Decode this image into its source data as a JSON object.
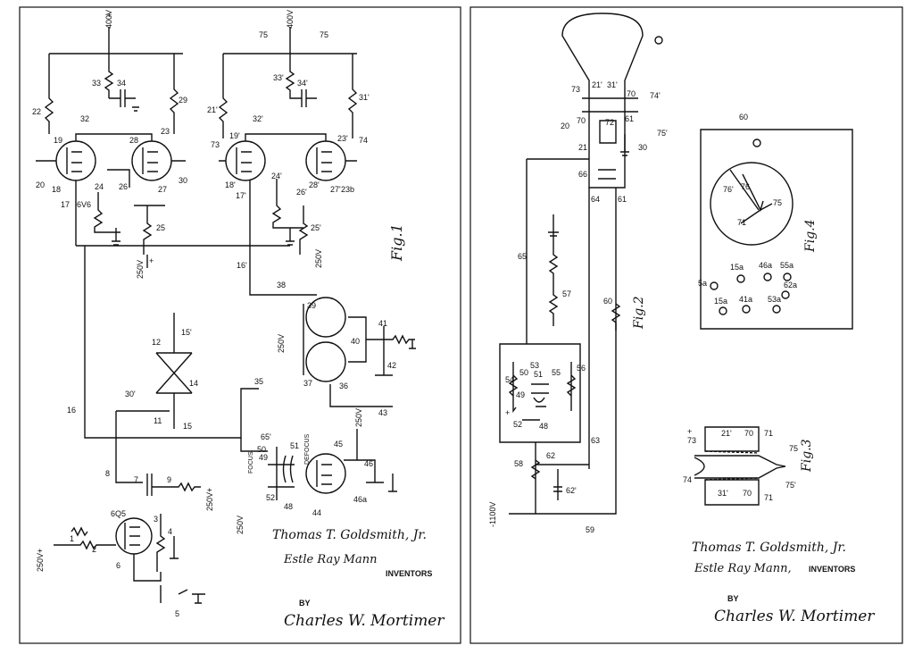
{
  "sheet_left": {
    "fig_label": "Fig.1",
    "components": {
      "v400": "400V",
      "plus": "+",
      "c33": "33",
      "c34": "34",
      "c22": "22",
      "c29": "29",
      "c32": "32",
      "c19": "19",
      "c28": "28",
      "c23": "23",
      "c20": "20",
      "c18": "18",
      "c17": "17",
      "c6v6": "6V6",
      "c24": "24",
      "c26": "26",
      "c27": "27",
      "c30": "30",
      "c25": "25",
      "v250a": "250V",
      "plus2": "+",
      "r75a": "75",
      "r75b": "75",
      "v400b": "400V",
      "c33p": "33'",
      "c34p": "34'",
      "c21p": "21'",
      "c31p": "31'",
      "c32p": "32'",
      "c19p": "19'",
      "c73": "73",
      "c74": "74",
      "c18p": "18'",
      "c17p": "17'",
      "c24p": "24'",
      "c26p": "26'",
      "c28p": "28'",
      "c27p": "27'",
      "c23p": "23'",
      "c23b": "23b",
      "c25p": "25'",
      "v250b": "250V",
      "c16p": "16'",
      "c38": "38",
      "c39": "39",
      "c15p": "15'",
      "c12": "12",
      "v250c": "250V",
      "c41": "41",
      "c40": "40",
      "c42": "42",
      "c14": "14",
      "c30p": "30'",
      "c37": "37",
      "c36": "36",
      "c35": "35",
      "c16": "16",
      "c11": "11",
      "c15": "15",
      "c43": "43",
      "c65p": "65'",
      "c50": "50",
      "c51": "51",
      "c49": "49",
      "focus": "FOCUS",
      "defocus": "DEFOCUS",
      "c45": "45",
      "v250d": "250V",
      "c8": "8",
      "c7": "7",
      "c9": "9",
      "v250e": "250V+",
      "c52": "52",
      "c48": "48",
      "c44": "44",
      "c46": "46",
      "c46a": "46a",
      "v250f": "250V",
      "c6q5": "6Q5",
      "c3": "3",
      "c4": "4",
      "c1": "1",
      "c2": "2",
      "c6": "6",
      "c5": "5",
      "v250g": "250V+"
    },
    "inventor1": "Thomas T. Goldsmith, Jr.",
    "inventor2": "Estle Ray Mann",
    "inventors_label": "INVENTORS",
    "by_label": "BY",
    "attorney": "Charles W. Mortimer"
  },
  "sheet_right": {
    "fig2_label": "Fig.2",
    "fig3_label": "Fig.3",
    "fig4_label": "Fig.4",
    "components": {
      "c73": "73",
      "c21p": "21'",
      "c31p": "31'",
      "c70": "70",
      "c74p": "74'",
      "c20": "20",
      "c70b": "70",
      "c72": "72",
      "c61": "61",
      "c75p": "75'",
      "c21": "21",
      "c30": "30",
      "c66": "66",
      "c64": "64",
      "c61b": "61",
      "c65": "65",
      "c57": "57",
      "c60": "60",
      "c54": "54",
      "c53": "53",
      "c50": "50",
      "c51": "51",
      "c55": "55",
      "c56": "56",
      "c49": "49",
      "c52": "52",
      "c48": "48",
      "plus": "+",
      "c58": "58",
      "c62": "62",
      "c62p": "62'",
      "c63": "63",
      "v1100": "-1100V",
      "c59": "59",
      "f4_60": "60",
      "f4_76": "76",
      "f4_76p": "76'",
      "f4_71": "71",
      "f4_75": "75",
      "f4_5a": "5a",
      "f4_15a": "15a",
      "f4_46a": "46a",
      "f4_55a": "55a",
      "f4_15a2": "15a",
      "f4_41a": "41a",
      "f4_53a": "53a",
      "f4_62a": "62a",
      "f3_73": "73",
      "f3_plus": "+",
      "f3_21p": "21'",
      "f3_70": "70",
      "f3_71": "71",
      "f3_75": "75",
      "f3_74": "74",
      "f3_31p": "31'",
      "f3_70b": "70",
      "f3_71b": "71",
      "f3_75p": "75'"
    },
    "inventor1": "Thomas T. Goldsmith, Jr.",
    "inventor2": "Estle Ray Mann,",
    "inventors_label": "INVENTORS",
    "by_label": "BY",
    "attorney": "Charles W. Mortimer"
  }
}
